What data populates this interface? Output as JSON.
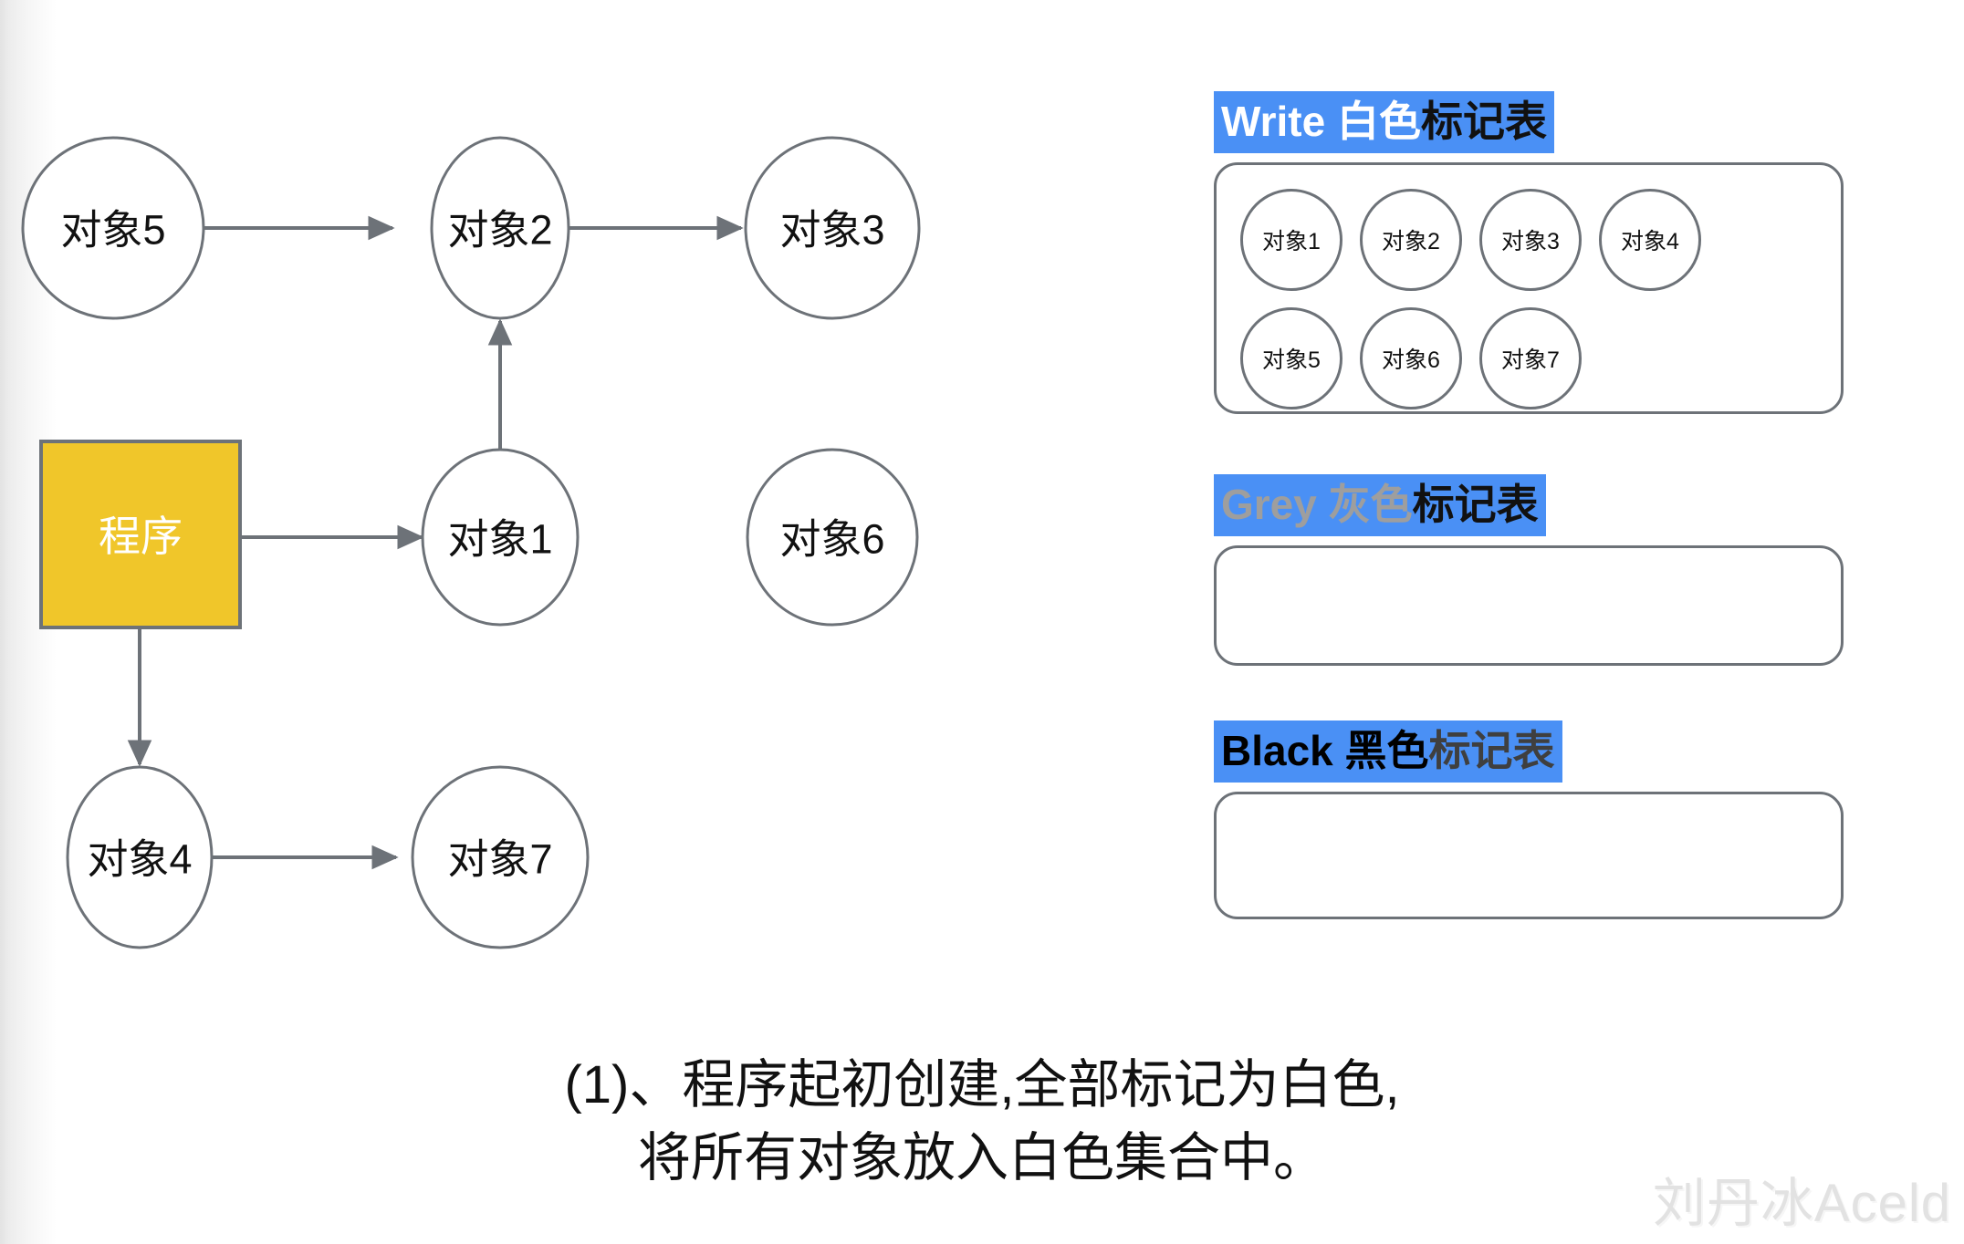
{
  "graph": {
    "program_node": {
      "label": "程序",
      "fill": "#f0c62a",
      "text_color": "#ffffff"
    },
    "nodes": [
      {
        "id": "obj5",
        "label": "对象5"
      },
      {
        "id": "obj2",
        "label": "对象2"
      },
      {
        "id": "obj3",
        "label": "对象3"
      },
      {
        "id": "obj1",
        "label": "对象1"
      },
      {
        "id": "obj6",
        "label": "对象6"
      },
      {
        "id": "obj4",
        "label": "对象4"
      },
      {
        "id": "obj7",
        "label": "对象7"
      }
    ],
    "edges": [
      {
        "from": "obj5",
        "to": "obj2"
      },
      {
        "from": "obj2",
        "to": "obj3"
      },
      {
        "from": "obj1",
        "to": "obj2"
      },
      {
        "from": "程序",
        "to": "obj1"
      },
      {
        "from": "程序",
        "to": "obj4"
      },
      {
        "from": "obj4",
        "to": "obj7"
      }
    ],
    "edge_color": "#6d7278",
    "node_stroke": "#6d7278"
  },
  "tables": [
    {
      "id": "white",
      "header_en": "Write ",
      "header_cn": "白色",
      "header_tail": "标记表",
      "header_en_color": "#ffffff",
      "header_cn_color": "#ffffff",
      "header_tail_color": "#111111",
      "highlight": "#4a90f5",
      "items": [
        "对象1",
        "对象2",
        "对象3",
        "对象4",
        "对象5",
        "对象6",
        "对象7"
      ]
    },
    {
      "id": "grey",
      "header_en": "Grey ",
      "header_cn": "灰色",
      "header_tail": "标记表",
      "header_en_color": "#9e9e9e",
      "header_cn_color": "#9e9e9e",
      "header_tail_color": "#111111",
      "highlight": "#4a90f5",
      "items": []
    },
    {
      "id": "black",
      "header_en": "Black ",
      "header_cn": "黑色",
      "header_tail": "标记表",
      "header_en_color": "#000000",
      "header_cn_color": "#000000",
      "header_tail_color": "#3f3f3f",
      "highlight": "#4a90f5",
      "items": []
    }
  ],
  "caption": {
    "line1": "(1)、程序起初创建,全部标记为白色,",
    "line2": "将所有对象放入白色集合中。"
  },
  "watermark": {
    "text": "刘丹冰Aceld"
  }
}
